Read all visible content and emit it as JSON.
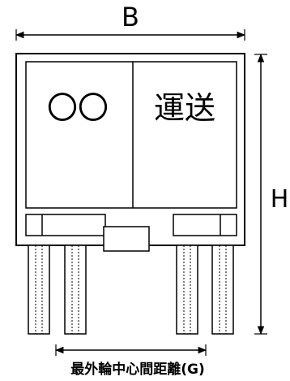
{
  "dimensions": {
    "width_label": "B",
    "height_label": "H",
    "wheel_distance_label": "最外輪中心間距離(G)"
  },
  "truck_body": {
    "left_text": "〇〇",
    "right_text": "運送"
  }
}
